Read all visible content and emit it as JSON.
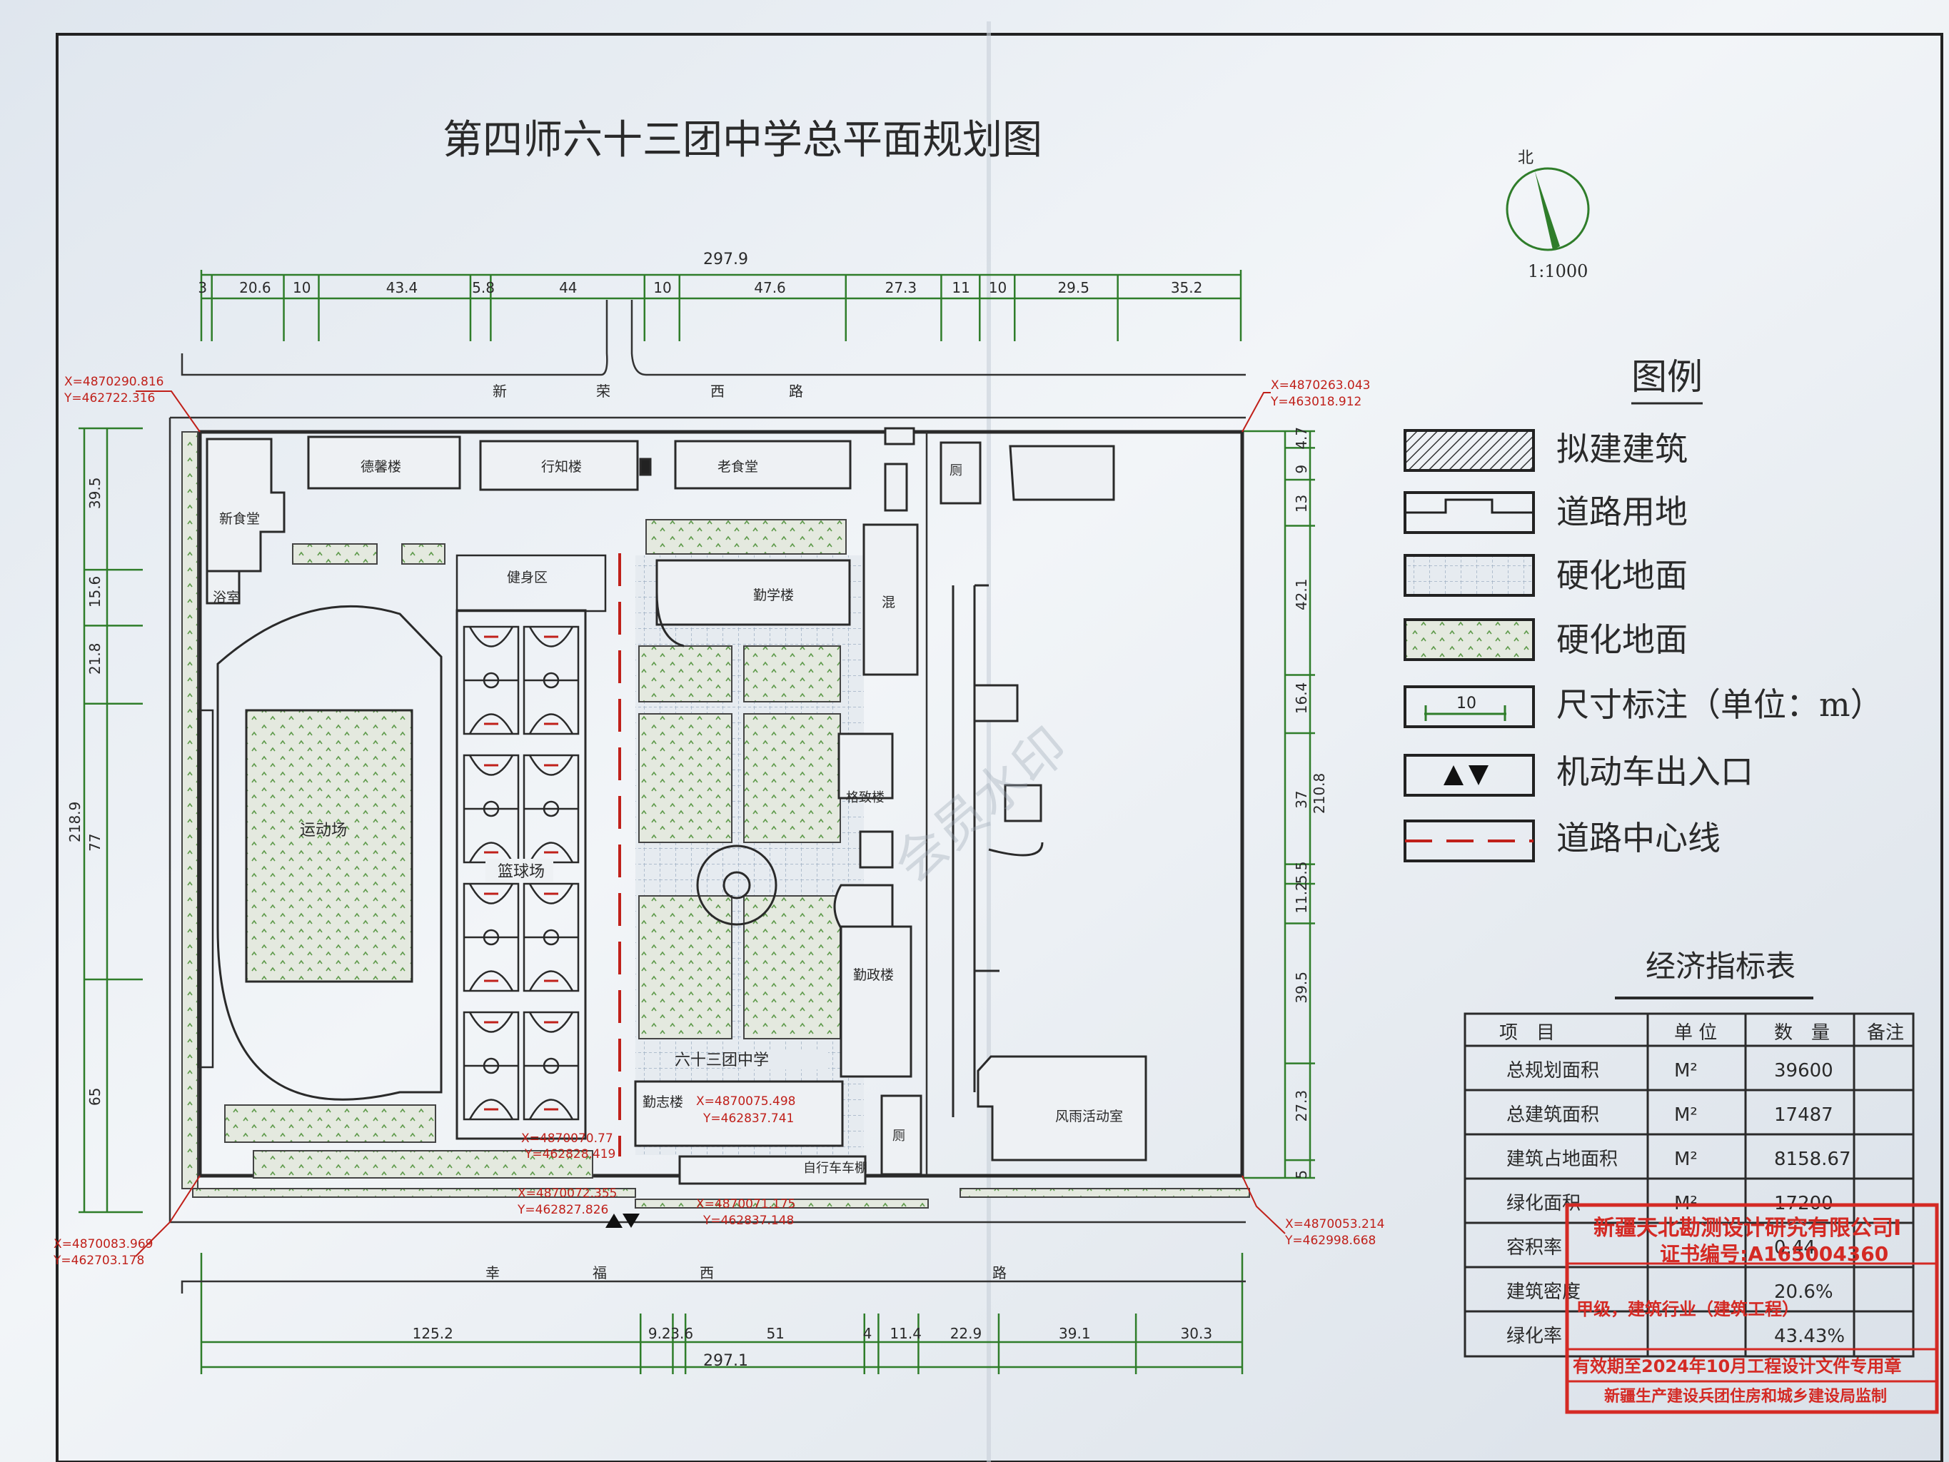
{
  "title": "第四师六十三团中学总平面规划图",
  "north_label": "北",
  "scale": "1:1000",
  "watermark": "会员水印",
  "roads": {
    "north": [
      "新",
      "荣",
      "西",
      "路"
    ],
    "south": [
      "幸",
      "福",
      "西",
      "路"
    ]
  },
  "dims_top": {
    "total": "297.9",
    "segments": [
      "3",
      "20.6",
      "10",
      "43.4",
      "5.8",
      "44",
      "10",
      "47.6",
      "27.3",
      "11",
      "10",
      "29.5",
      "35.2"
    ]
  },
  "dims_bottom": {
    "total": "297.1",
    "segments": [
      "125.2",
      "9.2",
      "3.6",
      "51",
      "4",
      "11.4",
      "22.9",
      "39.1",
      "30.3"
    ]
  },
  "dims_left": {
    "total": "218.9",
    "segments": [
      "39.5",
      "15.6",
      "21.8",
      "77",
      "65"
    ]
  },
  "dims_right": {
    "total": "210.8",
    "segments": [
      "4.7",
      "9",
      "13",
      "42.1",
      "16.4",
      "37",
      "5.5",
      "11.2",
      "39.5",
      "27.3",
      "5"
    ]
  },
  "coords": {
    "nw": [
      "X=4870290.816",
      "Y=462722.316"
    ],
    "ne": [
      "X=4870263.043",
      "Y=463018.912"
    ],
    "sw": [
      "X=4870083.969",
      "Y=462703.178"
    ],
    "se": [
      "X=4870053.214",
      "Y=462998.668"
    ],
    "g1": [
      "X=4870075.498",
      "Y=462837.741"
    ],
    "g2": [
      "X=4870070.77",
      "Y=462828.419"
    ],
    "g3": [
      "X=4870072.355",
      "Y=462827.826"
    ],
    "g4": [
      "X=4870071.175",
      "Y=462837.148"
    ]
  },
  "buildings": {
    "xin_shitang": "新食堂",
    "yushi": "浴室",
    "zhiyuan": "德馨楼",
    "xingzhi": "行知楼",
    "lao_shitang": "老食堂",
    "xueyuan": "勤学楼",
    "hun": "混",
    "jiaoxue": "格致楼",
    "qinzheng": "勤政楼",
    "qinzhi": "勤志楼",
    "bike": "自行车车棚",
    "ce1": "厕",
    "ce2": "厕",
    "fengyu": "风雨活动室",
    "jianshen": "健身区",
    "yundong": "运动场",
    "lanqiu": "篮球场",
    "school": "六十三团中学"
  },
  "legend": {
    "title": "图例",
    "items": [
      {
        "label": "拟建建筑",
        "icon": "hatch-swatch"
      },
      {
        "label": "道路用地",
        "icon": "road-swatch"
      },
      {
        "label": "硬化地面",
        "icon": "paving-swatch"
      },
      {
        "label": "硬化地面",
        "icon": "green-swatch"
      },
      {
        "label": "尺寸标注（单位：m）",
        "icon": "dimension-swatch",
        "sample": "10"
      },
      {
        "label": "机动车出入口",
        "icon": "entrance-triangles"
      },
      {
        "label": "道路中心线",
        "icon": "centerline-swatch"
      }
    ]
  },
  "econ_table": {
    "title": "经济指标表",
    "headers": [
      "项　目",
      "单 位",
      "数　量",
      "备注"
    ],
    "rows": [
      [
        "总规划面积",
        "M²",
        "39600",
        ""
      ],
      [
        "总建筑面积",
        "M²",
        "17487",
        ""
      ],
      [
        "建筑占地面积",
        "M²",
        "8158.67",
        ""
      ],
      [
        "绿化面积",
        "M²",
        "17200",
        ""
      ],
      [
        "容积率",
        "",
        "0.44",
        ""
      ],
      [
        "建筑密度",
        "",
        "20.6%",
        ""
      ],
      [
        "绿化率",
        "",
        "43.43%",
        ""
      ]
    ]
  },
  "stamp": {
    "line1": "新疆天北勘测设计研究有限公司Ⅰ",
    "line2": "证书编号:A165004360",
    "line3": "甲级，建筑行业（建筑工程）",
    "line4": "有效期至2024年10月工程设计文件专用章",
    "line5": "新疆生产建设兵团住房和城乡建设局监制"
  },
  "colors": {
    "ink": "#2a2a2a",
    "red": "#c0201a",
    "green": "#2f7d2a",
    "stamp_red": "#d42a24",
    "paper": "#eef2f6"
  }
}
